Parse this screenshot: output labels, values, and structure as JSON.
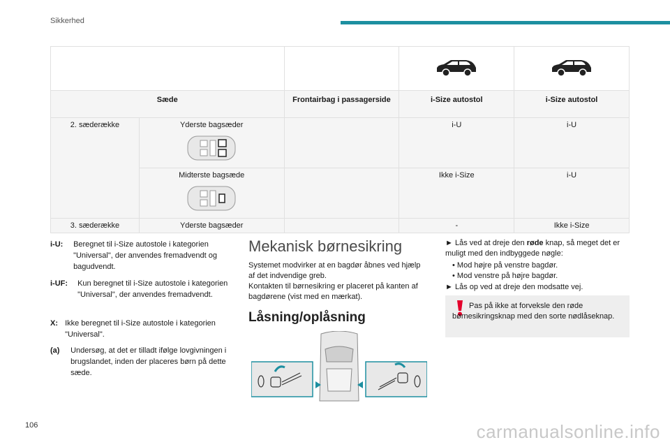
{
  "header": {
    "section": "Sikkerhed"
  },
  "page": {
    "number": "106",
    "watermark": "carmanualsonline.info"
  },
  "table": {
    "headers": [
      "Sæde",
      "Frontairbag i passagerside",
      "i-Size autostol",
      "i-Size autostol"
    ],
    "car_icons": [
      "suv-icon",
      "suv-icon"
    ],
    "rows": [
      {
        "row_label": "2. sæderække",
        "seat": "Yderste bagsæder",
        "airbag": "",
        "col1": "i-U",
        "col2": "i-U"
      },
      {
        "row_label": "",
        "seat": "Midterste bagsæde",
        "airbag": "",
        "col1": "Ikke i-Size",
        "col2": "i-U"
      },
      {
        "row_label": "3. sæderække",
        "seat": "Yderste bagsæder",
        "airbag": "",
        "col1": "-",
        "col2": "Ikke i-Size"
      }
    ]
  },
  "legend": [
    {
      "key": "i-U:",
      "text": "Beregnet til i-Size autostole i kategorien \"Universal\", der anvendes fremadvendt og bagudvendt."
    },
    {
      "key": "i-UF:",
      "text": "Kun beregnet til i-Size autostole i kategorien \"Universal\", der anvendes fremadvendt."
    },
    {
      "key": "X:",
      "text": "Ikke beregnet til i-Size autostole i kategorien \"Universal\"."
    },
    {
      "key": "(a)",
      "text": "Undersøg, at det er tilladt ifølge lovgivningen i brugslandet, inden der placeres børn på dette sæde."
    }
  ],
  "middle": {
    "title": "Mekanisk børnesikring",
    "para1": "Systemet modvirker at en bagdør åbnes ved hjælp af det indvendige greb.",
    "para2": "Kontakten til børnesikring er placeret på kanten af bagdørene (vist med en mærkat).",
    "subtitle": "Låsning/oplåsning"
  },
  "right": {
    "step1_pre": "Lås ved at dreje den ",
    "step1_bold": "røde",
    "step1_post": " knap, så meget det er muligt med den indbyggede nøgle:",
    "bullets": [
      "Mod højre på venstre bagdør.",
      "Mod venstre på højre bagdør."
    ],
    "step2": "Lås op ved at dreje den modsatte vej.",
    "warning": "Pas på ikke at forveksle den røde børnesikringsknap med den sorte nødlåseknap."
  },
  "colors": {
    "accent": "#1d8fa0",
    "warning": "#e4002b"
  }
}
